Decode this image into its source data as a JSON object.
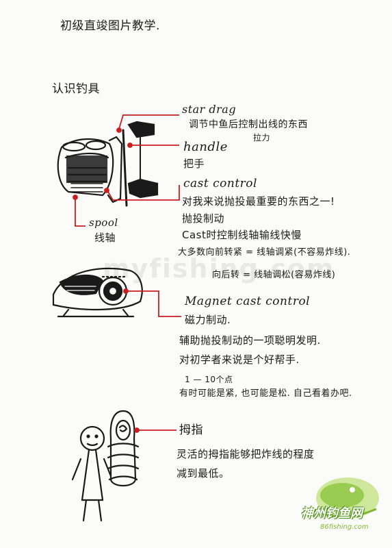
{
  "page": {
    "title": "初级直竣图片教学.",
    "section": "认识钓具"
  },
  "labels": {
    "star_drag": "star drag",
    "star_drag_desc": "调节中鱼后控制出线的东西",
    "star_drag_note": "拉力",
    "handle": "handle",
    "handle_cn": "把手",
    "cast_control": "cast control",
    "cast_control_line1": "对我来说抛投最重要的东西之一!",
    "cast_control_line2": "抛投制动",
    "cast_control_line3": "Cast时控制线轴输线快慢",
    "cast_control_line4": "大多数向前转紧 = 线轴调紧(不容易炸线).",
    "cast_control_line5": "向后转 = 线轴调松(容易炸线)",
    "spool": "spool",
    "spool_cn": "线轴",
    "magnet": "Magnet cast control",
    "magnet_line1": "磁力制动.",
    "magnet_line2": "辅助抛投制动的一项聪明发明.",
    "magnet_line3": "对初学者来说是个好帮手.",
    "magnet_line4": "1 — 10个点",
    "magnet_line5": "有时可能是紧, 也可能是松. 自己看着办吧.",
    "thumb": "拇指",
    "thumb_line1": "灵活的拇指能够把炸线的程度",
    "thumb_line2": "减到最低。"
  },
  "watermark": "myfishing.com",
  "logo": {
    "text": "神州钓鱼网",
    "url": "86fishing.com"
  },
  "colors": {
    "ink": "#1a1a1a",
    "pointer": "#c81e1e",
    "logo_green": "#7fb82f"
  }
}
